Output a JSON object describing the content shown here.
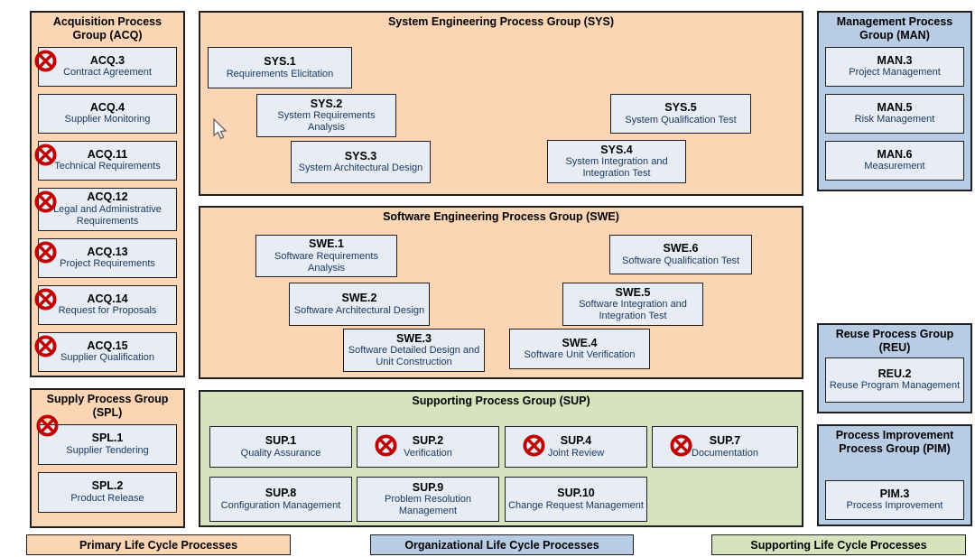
{
  "colors": {
    "primary_fill": "#FBD5B4",
    "organizational_fill": "#B8CCE4",
    "supporting_fill": "#D6E3BC",
    "process_box_fill": "#E8EDF5",
    "flag_red": "#C00000",
    "subtitle_blue": "#17375E"
  },
  "icons": {
    "flag": "crossed-out-circle-icon",
    "cursor": "mouse-pointer-icon"
  },
  "diagram": {
    "groups": {
      "acq": {
        "title": "Acquisition Process Group (ACQ)",
        "category": "primary",
        "processes": [
          {
            "id": "ACQ.3",
            "name": "Contract Agreement",
            "flagged": true
          },
          {
            "id": "ACQ.4",
            "name": "Supplier Monitoring",
            "flagged": false
          },
          {
            "id": "ACQ.11",
            "name": "Technical Requirements",
            "flagged": true
          },
          {
            "id": "ACQ.12",
            "name": "Legal and Administrative Requirements",
            "flagged": true
          },
          {
            "id": "ACQ.13",
            "name": "Project Requirements",
            "flagged": true
          },
          {
            "id": "ACQ.14",
            "name": "Request for Proposals",
            "flagged": true
          },
          {
            "id": "ACQ.15",
            "name": "Supplier Qualification",
            "flagged": true
          }
        ]
      },
      "spl": {
        "title": "Supply Process Group (SPL)",
        "category": "primary",
        "processes": [
          {
            "id": "SPL.1",
            "name": "Supplier Tendering",
            "flagged": true
          },
          {
            "id": "SPL.2",
            "name": "Product Release",
            "flagged": false
          }
        ]
      },
      "sys": {
        "title": "System Engineering Process Group (SYS)",
        "category": "primary",
        "processes": [
          {
            "id": "SYS.1",
            "name": "Requirements Elicitation",
            "flagged": false
          },
          {
            "id": "SYS.2",
            "name": "System Requirements Analysis",
            "flagged": false
          },
          {
            "id": "SYS.3",
            "name": "System Architectural Design",
            "flagged": false
          },
          {
            "id": "SYS.5",
            "name": "System Qualification Test",
            "flagged": false
          },
          {
            "id": "SYS.4",
            "name": "System Integration and Integration Test",
            "flagged": false
          }
        ]
      },
      "swe": {
        "title": "Software Engineering Process Group (SWE)",
        "category": "primary",
        "processes": [
          {
            "id": "SWE.1",
            "name": "Software Requirements Analysis",
            "flagged": false
          },
          {
            "id": "SWE.2",
            "name": "Software Architectural Design",
            "flagged": false
          },
          {
            "id": "SWE.3",
            "name": "Software Detailed Design and Unit Construction",
            "flagged": false
          },
          {
            "id": "SWE.6",
            "name": "Software Qualification Test",
            "flagged": false
          },
          {
            "id": "SWE.5",
            "name": "Software Integration and Integration Test",
            "flagged": false
          },
          {
            "id": "SWE.4",
            "name": "Software Unit Verification",
            "flagged": false
          }
        ]
      },
      "sup": {
        "title": "Supporting Process Group (SUP)",
        "category": "supporting",
        "processes": [
          {
            "id": "SUP.1",
            "name": "Quality Assurance",
            "flagged": false
          },
          {
            "id": "SUP.2",
            "name": "Verification",
            "flagged": true
          },
          {
            "id": "SUP.4",
            "name": "Joint Review",
            "flagged": true
          },
          {
            "id": "SUP.7",
            "name": "Documentation",
            "flagged": true
          },
          {
            "id": "SUP.8",
            "name": "Configuration Management",
            "flagged": false
          },
          {
            "id": "SUP.9",
            "name": "Problem Resolution Management",
            "flagged": false
          },
          {
            "id": "SUP.10",
            "name": "Change Request Management",
            "flagged": false
          }
        ]
      },
      "man": {
        "title": "Management Process Group (MAN)",
        "category": "organizational",
        "processes": [
          {
            "id": "MAN.3",
            "name": "Project Management",
            "flagged": false
          },
          {
            "id": "MAN.5",
            "name": "Risk Management",
            "flagged": false
          },
          {
            "id": "MAN.6",
            "name": "Measurement",
            "flagged": false
          }
        ]
      },
      "reu": {
        "title": "Reuse Process Group (REU)",
        "category": "organizational",
        "processes": [
          {
            "id": "REU.2",
            "name": "Reuse Program Management",
            "flagged": false
          }
        ]
      },
      "pim": {
        "title": "Process Improvement Process Group (PIM)",
        "category": "organizational",
        "processes": [
          {
            "id": "PIM.3",
            "name": "Process Improvement",
            "flagged": false
          }
        ]
      }
    },
    "legend": {
      "primary": {
        "label": "Primary Life Cycle Processes"
      },
      "organizational": {
        "label": "Organizational Life Cycle Processes"
      },
      "supporting": {
        "label": "Supporting Life Cycle Processes"
      }
    }
  }
}
